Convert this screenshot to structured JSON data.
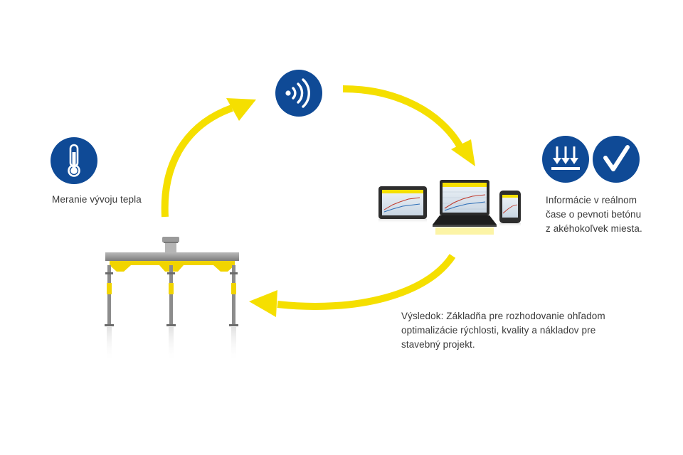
{
  "labels": {
    "temperature": "Meranie vývoju tepla",
    "info_lines": [
      "Informácie v reálnom",
      "čase o pevnoti betónu",
      "z akéhokoľvek miesta."
    ],
    "result_lines": [
      "Výsledok: Základňa pre rozhodovanie ohľadom",
      "optimalizácie rýchlosti, kvality a nákladov pre",
      "stavebný projekt."
    ]
  },
  "icons": {
    "temperature": "thermometer-icon",
    "wireless": "wireless-signal-icon",
    "pressure": "pressure-arrows-icon",
    "check": "checkmark-icon"
  },
  "colors": {
    "icon_blue": "#0f4a96",
    "arrow_yellow": "#f5df00",
    "text": "#3a3a3a"
  }
}
